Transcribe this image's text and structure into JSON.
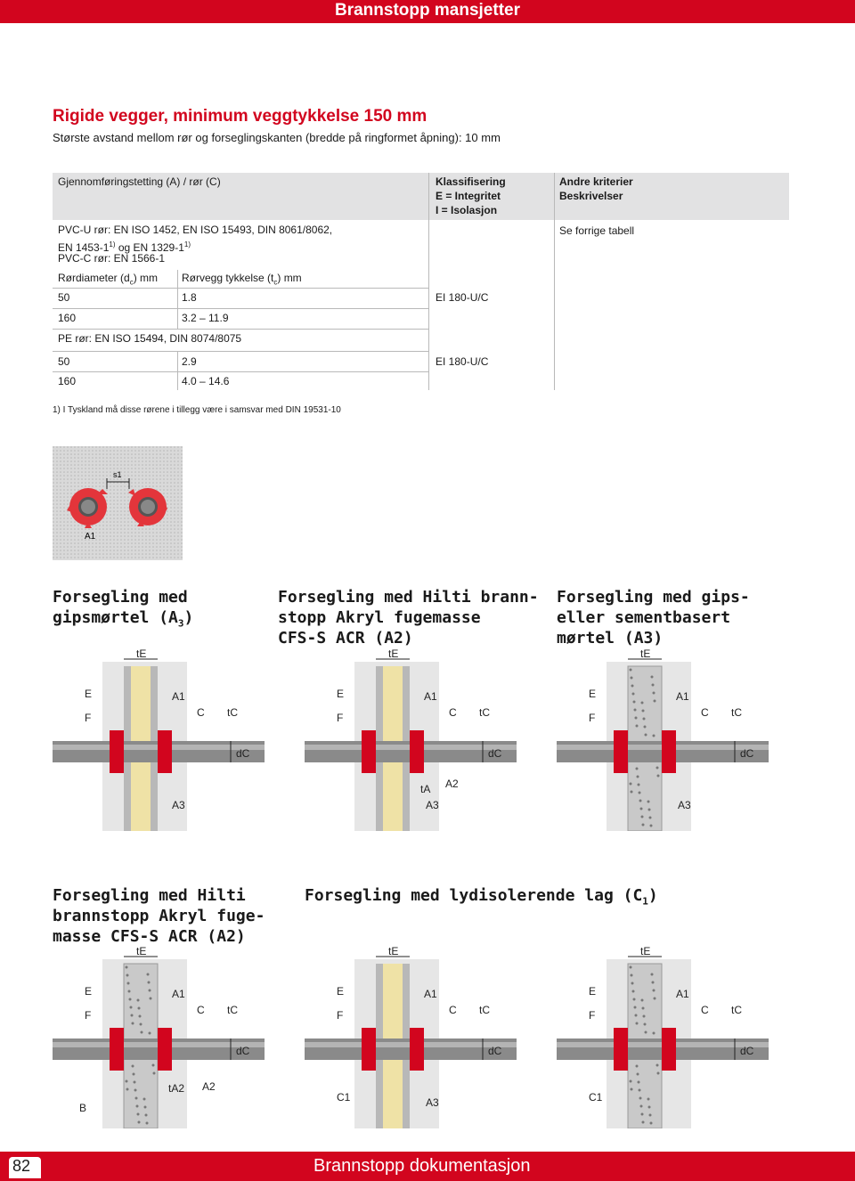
{
  "header": {
    "title": "Brannstopp mansjetter"
  },
  "heading": {
    "title": "Rigide vegger, minimum veggtykkelse 150 mm",
    "subtitle": "Største avstand mellom rør og forseglingskanten (bredde på ringformet åpning): 10 mm"
  },
  "table": {
    "col1_header": "Gjennomføringstetting (A) / rør (C)",
    "col2_header": [
      "Klassifisering",
      "E = Integritet",
      "I = Isolasjon"
    ],
    "col3_header": [
      "Andre kriterier",
      "Beskrivelser"
    ],
    "pvc_lines": [
      "PVC-U rør: EN ISO 1452, EN ISO 15493, DIN 8061/8062,",
      "EN 1453-1",
      " og EN 1329-1",
      "PVC-C rør: EN 1566-1"
    ],
    "sup": "1)",
    "col3_value": "Se forrige tabell",
    "sub_col_a": "Rørdiameter (d",
    "sub_col_a_sub": "c",
    "sub_col_a_end": ") mm",
    "sub_col_b": "Rørvegg tykkelse (t",
    "sub_col_b_sub": "c",
    "sub_col_b_end": ") mm",
    "pvc_rows": [
      {
        "d": "50",
        "t": "1.8"
      },
      {
        "d": "160",
        "t": "3.2 – 11.9"
      }
    ],
    "pvc_class": "EI 180-U/C",
    "pe_label": "PE rør: EN ISO 15494, DIN 8074/8075",
    "pe_rows": [
      {
        "d": "50",
        "t": "2.9"
      },
      {
        "d": "160",
        "t": "4.0 – 14.6"
      }
    ],
    "pe_class": "EI 180-U/C"
  },
  "footnote": "1) I Tyskland må disse rørene  i tillegg  være i samsvar med DIN 19531-10",
  "small_diagram": {
    "s_label": "s1",
    "a_label": "A1"
  },
  "sections": [
    {
      "title": "Forsegling med gipsmørtel (A",
      "sub": "3",
      "end": ")"
    },
    {
      "title": "Forsegling med Hilti brannstopp Akryl fugemasse CFS-S ACR (A2)"
    },
    {
      "title": "Forsegling med gips-eller sementbasert mørtel (A3)"
    },
    {
      "title": "Forsegling med Hilti brannstopp Akryl fuge-masse CFS-S ACR (A2)"
    },
    {
      "title": "Forsegling med lydisolerende lag (C",
      "sub": "1",
      "end": ")"
    }
  ],
  "diagram_labels": {
    "tE": "tE",
    "E": "E",
    "F": "F",
    "A1": "A1",
    "C": "C",
    "tC": "tC",
    "dC": "dC",
    "A3": "A3",
    "A2": "A2",
    "tA": "tA",
    "tA2": "tA2",
    "B": "B",
    "C1": "C1"
  },
  "footer": {
    "page": "82",
    "title": "Brannstopp dokumentasjon"
  },
  "colors": {
    "brand": "#d2051e",
    "header_bg": "#e2e2e3"
  }
}
